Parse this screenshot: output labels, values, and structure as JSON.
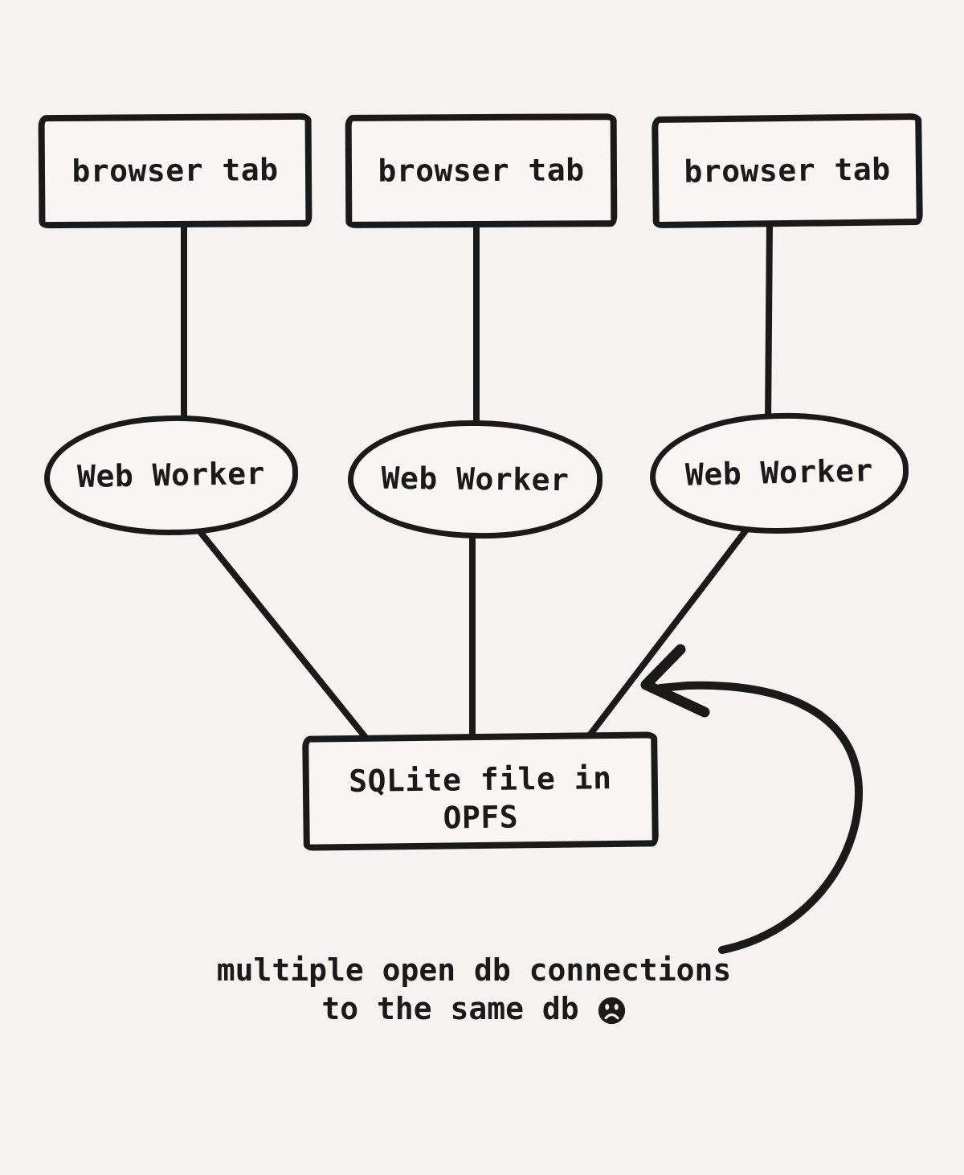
{
  "colors": {
    "background": "#f6f2ef",
    "ink": "#1a1a1a",
    "shape_fill": "#f8f5f2"
  },
  "nodes": {
    "browser_tabs": [
      {
        "label": "browser tab"
      },
      {
        "label": "browser tab"
      },
      {
        "label": "browser tab"
      }
    ],
    "web_workers": [
      {
        "label": "Web Worker"
      },
      {
        "label": "Web Worker"
      },
      {
        "label": "Web Worker"
      }
    ],
    "sqlite": {
      "line1": "SQLite file in",
      "line2": "OPFS"
    }
  },
  "edges": [
    {
      "from": "browser-tab-1",
      "to": "web-worker-1"
    },
    {
      "from": "browser-tab-2",
      "to": "web-worker-2"
    },
    {
      "from": "browser-tab-3",
      "to": "web-worker-3"
    },
    {
      "from": "web-worker-1",
      "to": "sqlite-file"
    },
    {
      "from": "web-worker-2",
      "to": "sqlite-file"
    },
    {
      "from": "web-worker-3",
      "to": "sqlite-file"
    }
  ],
  "annotation_arrow": {
    "description": "hand-drawn curved arrow from the caption up to the web-worker-to-sqlite connections"
  },
  "caption": {
    "line1": "multiple open db connections",
    "line2": "to the same db",
    "emoji": "frowning-face"
  }
}
